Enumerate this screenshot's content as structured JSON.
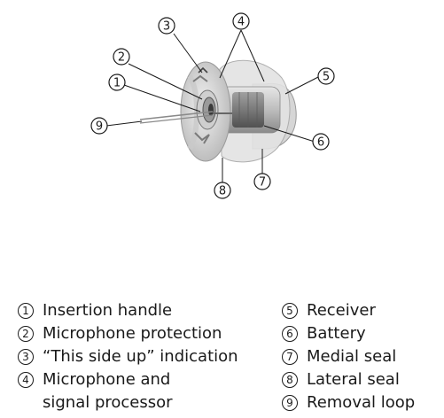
{
  "callouts": [
    "1",
    "2",
    "3",
    "4",
    "5",
    "6",
    "7",
    "8",
    "9"
  ],
  "legend": [
    {
      "num": "1",
      "lines": [
        "Insertion handle"
      ]
    },
    {
      "num": "2",
      "lines": [
        "Microphone protection"
      ]
    },
    {
      "num": "3",
      "lines": [
        "“This side up” indication"
      ]
    },
    {
      "num": "4",
      "lines": [
        "Microphone and",
        "signal processor"
      ]
    },
    {
      "num": "5",
      "lines": [
        "Receiver"
      ]
    },
    {
      "num": "6",
      "lines": [
        "Battery"
      ]
    },
    {
      "num": "7",
      "lines": [
        "Medial seal"
      ]
    },
    {
      "num": "8",
      "lines": [
        "Lateral seal"
      ]
    },
    {
      "num": "9",
      "lines": [
        "Removal loop"
      ]
    }
  ]
}
